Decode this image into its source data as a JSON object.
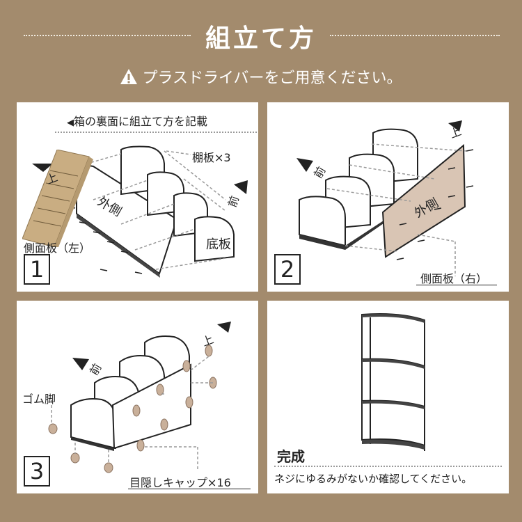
{
  "header": {
    "title": "組立て方",
    "warning": "プラスドライバーをご用意ください。"
  },
  "step1": {
    "number": "1",
    "box_note": "箱の裏面に組立て方を記載",
    "shelf_label": "棚板×3",
    "bottom_label": "底板",
    "side_left_label": "側面板（左）",
    "outside_label": "外側",
    "up_label": "上",
    "front_label": "前"
  },
  "step2": {
    "number": "2",
    "side_right_label": "側面板（右）",
    "outside_label": "外側",
    "up_label": "上",
    "front_label": "前"
  },
  "step3": {
    "number": "3",
    "rubber_feet_label": "ゴム脚",
    "caps_label": "目隠しキャップ×16",
    "up_label": "上",
    "front_label": "前"
  },
  "step4": {
    "complete_label": "完成",
    "check_note": "ネジにゆるみがないか確認してください。"
  },
  "colors": {
    "background": "#a38b6d",
    "panel": "#ffffff",
    "side_panel_right": "#d9c5b4",
    "cap": "#c9b09a"
  }
}
